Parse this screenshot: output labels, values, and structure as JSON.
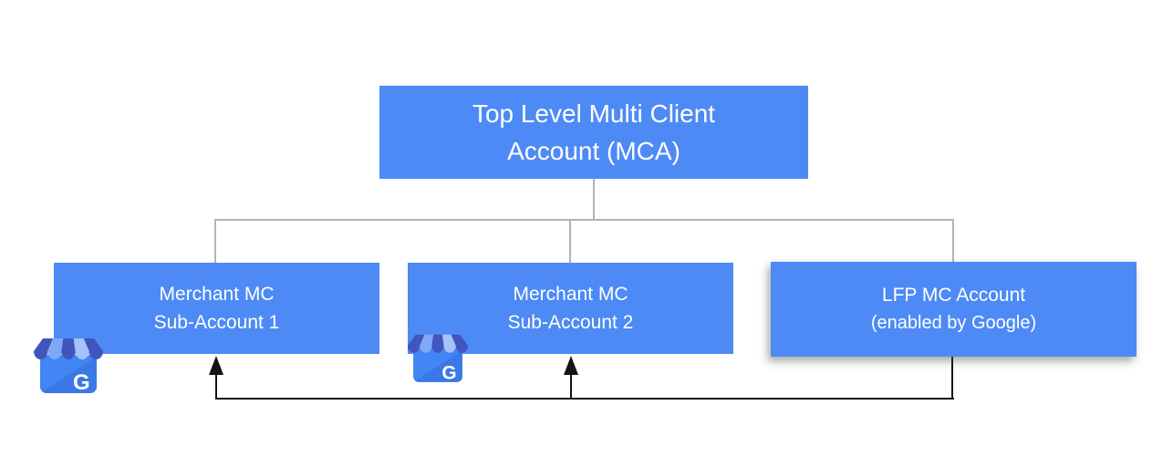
{
  "diagram": {
    "nodes": {
      "mca": {
        "line1": "Top Level Multi Client",
        "line2": "Account (MCA)"
      },
      "sub1": {
        "line1": "Merchant MC",
        "line2": "Sub-Account 1"
      },
      "sub2": {
        "line1": "Merchant MC",
        "line2": "Sub-Account 2"
      },
      "lfp": {
        "line1": "LFP MC Account",
        "line2": "(enabled by Google)"
      }
    },
    "icons": {
      "business_profile": "google-business-profile-storefront-icon",
      "letter": "G"
    },
    "colors": {
      "node_fill": "#4d8af5",
      "node_text": "#ffffff",
      "connector_gray": "#b3b3b3",
      "arrow_black": "#141414",
      "icon_body": "#4285f4",
      "awning_dark": "#4254be",
      "awning_light": "#7fa9f7",
      "awning_light2": "#a4c3fa"
    }
  }
}
